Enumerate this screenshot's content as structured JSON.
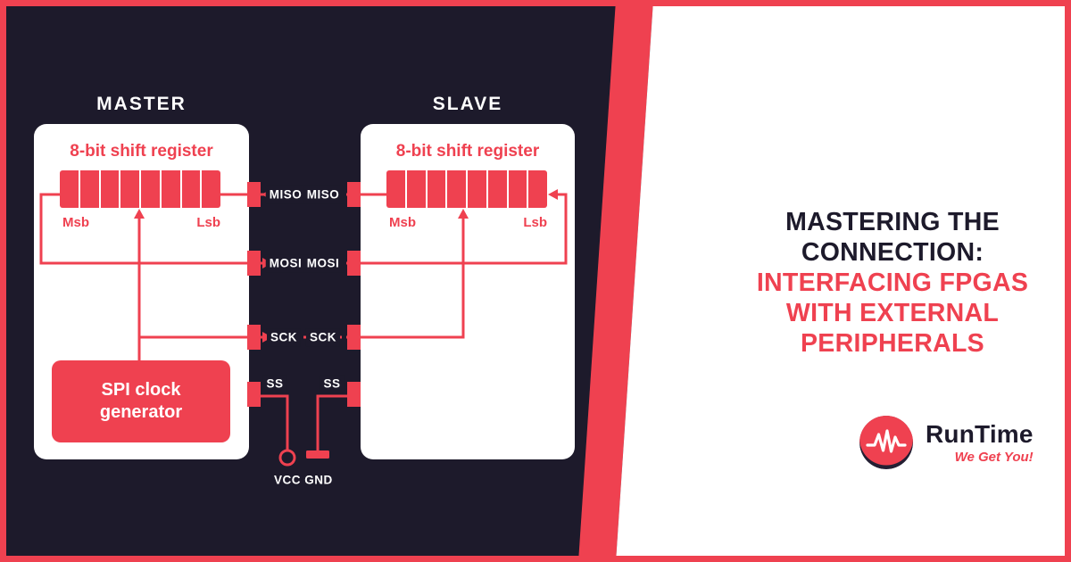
{
  "colors": {
    "background": "#1d1a2b",
    "accent": "#ef4150",
    "panel": "#ffffff"
  },
  "diagram": {
    "master": {
      "title": "MASTER",
      "register_label": "8-bit shift register",
      "msb": "Msb",
      "lsb": "Lsb",
      "cells": 8,
      "clock_label": "SPI clock generator"
    },
    "slave": {
      "title": "SLAVE",
      "register_label": "8-bit shift register",
      "msb": "Msb",
      "lsb": "Lsb",
      "cells": 8
    },
    "signals": [
      {
        "left": "MISO",
        "right": "MISO"
      },
      {
        "left": "MOSI",
        "right": "MOSI"
      },
      {
        "left": "SCK",
        "right": "SCK"
      },
      {
        "left": "SS",
        "right": "SS"
      }
    ],
    "power": {
      "vcc": "VCC",
      "gnd": "GND"
    }
  },
  "headline": {
    "lines": [
      "MASTERING THE",
      "CONNECTION:",
      "INTERFACING FPGAS",
      "WITH EXTERNAL",
      "PERIPHERALS"
    ]
  },
  "brand": {
    "icon": "pulse-waveform-icon",
    "name": "RunTime",
    "tagline": "We Get You!"
  }
}
